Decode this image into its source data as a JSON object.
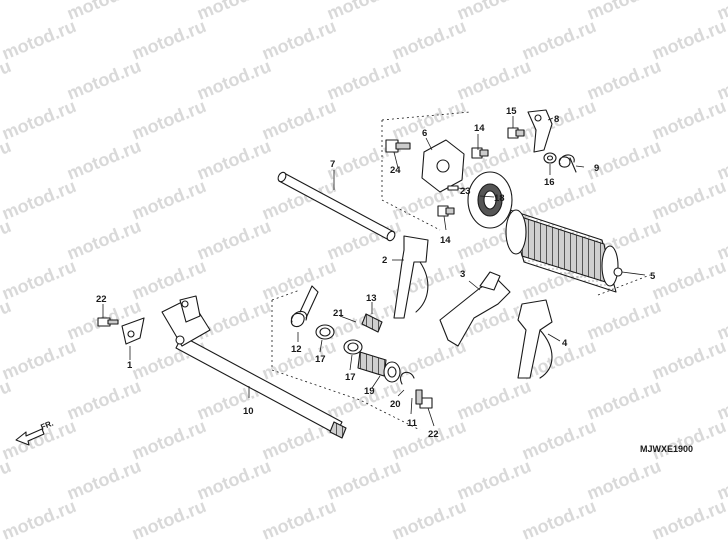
{
  "watermark": {
    "text": "motod.ru"
  },
  "diagram_code": "MJWXE1900",
  "direction_label": "FR.",
  "callouts": [
    "1",
    "2",
    "3",
    "4",
    "5",
    "6",
    "7",
    "8",
    "9",
    "10",
    "11",
    "12",
    "13",
    "14",
    "14",
    "15",
    "16",
    "17",
    "17",
    "18",
    "19",
    "20",
    "21",
    "22",
    "22",
    "23",
    "24"
  ],
  "colors": {
    "ink": "#1a1a1a",
    "watermark": "#d9d9d9",
    "background": "#ffffff",
    "shade": "#9a9a9a"
  }
}
